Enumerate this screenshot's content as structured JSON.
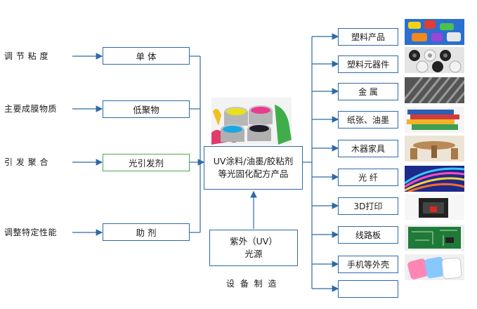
{
  "left_labels": [
    "调 节 粘 度",
    "主要成膜物质",
    "引 发 聚 合",
    "调整特定性能"
  ],
  "components": [
    "单   体",
    "低聚物",
    "光引发剂",
    "助   剂"
  ],
  "center": {
    "line1": "UV涂料/油墨/胶粘剂",
    "line2": "等光固化配方产品"
  },
  "uv_source": {
    "line1": "紫外（UV）",
    "line2": "光源"
  },
  "equipment_label": "设 备 制 造",
  "applications": [
    "塑料产品",
    "塑料元器件",
    "金   属",
    "纸张、油墨",
    "木器家具",
    "光   纤",
    "3D打印",
    "线路板",
    "手机等外壳",
    ""
  ],
  "colors": {
    "box_border": "#2d6aa7",
    "arrow": "#2d6aa7",
    "photoinitiator_border": "#4aa84a"
  },
  "icons": [
    "paint-cans-image",
    "plastic-products-image",
    "plastic-components-image",
    "metal-image",
    "paper-stack-image",
    "wood-furniture-image",
    "optical-fiber-image",
    "3d-printer-image",
    "circuit-board-image",
    "phone-cases-image"
  ]
}
